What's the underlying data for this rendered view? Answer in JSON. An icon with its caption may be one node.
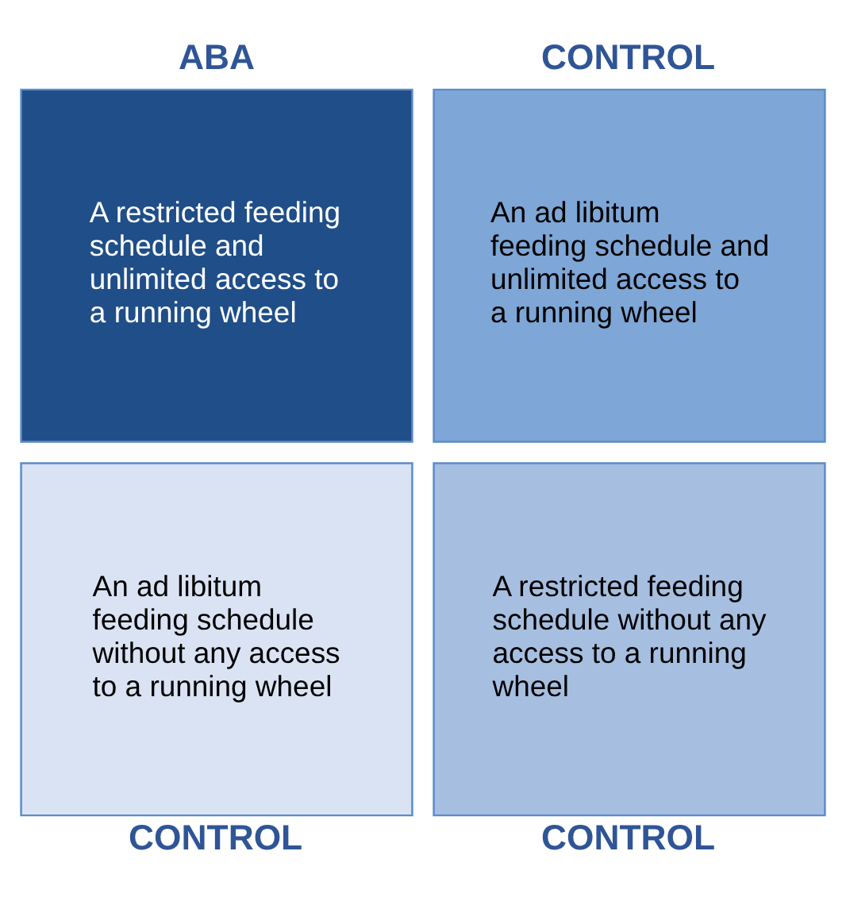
{
  "diagram": {
    "nodes": [
      {
        "text": [
          "ABA",
          "A restricted feeding schedule and unlimited access to a running wheel"
        ]
      },
      {
        "text": [
          "CONTROL",
          "An ad libitum feeding schedule and unlimited access to a running wheel"
        ]
      },
      {
        "text": [
          "An ad libitum feeding schedule without any access to a running wheel",
          "CONTROL"
        ]
      },
      {
        "text": [
          "A restricted feeding schedule without any access to a running wheel",
          "CONTROL"
        ]
      }
    ]
  }
}
